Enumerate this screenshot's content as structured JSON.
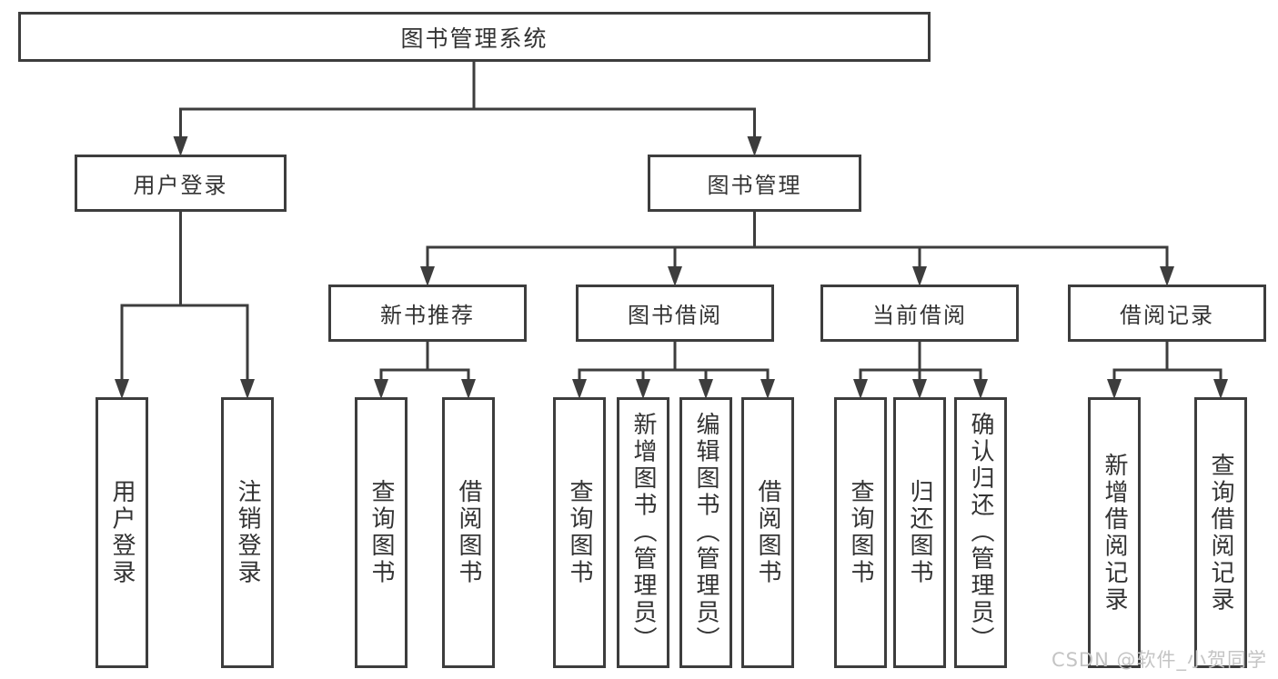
{
  "colors": {
    "background": "#ffffff",
    "line": "#3d3d3d",
    "box_border": "#3d3d3d",
    "text": "#333333",
    "watermark": "#c4c4c4"
  },
  "tree": {
    "root": {
      "label": "图书管理系统",
      "children": [
        {
          "label": "用户登录",
          "children": [
            {
              "label": "用户登录"
            },
            {
              "label": "注销登录"
            }
          ]
        },
        {
          "label": "图书管理",
          "children": [
            {
              "label": "新书推荐",
              "children": [
                {
                  "label": "查询图书"
                },
                {
                  "label": "借阅图书"
                }
              ]
            },
            {
              "label": "图书借阅",
              "children": [
                {
                  "label": "查询图书"
                },
                {
                  "label": "新增图书（管理员）"
                },
                {
                  "label": "编辑图书（管理员）"
                },
                {
                  "label": "借阅图书"
                }
              ]
            },
            {
              "label": "当前借阅",
              "children": [
                {
                  "label": "查询图书"
                },
                {
                  "label": "归还图书"
                },
                {
                  "label": "确认归还（管理员）"
                }
              ]
            },
            {
              "label": "借阅记录",
              "children": [
                {
                  "label": "新增借阅记录"
                },
                {
                  "label": "查询借阅记录"
                }
              ]
            }
          ]
        }
      ]
    }
  },
  "watermark": {
    "text": "CSDN @软件_小贺同学"
  }
}
